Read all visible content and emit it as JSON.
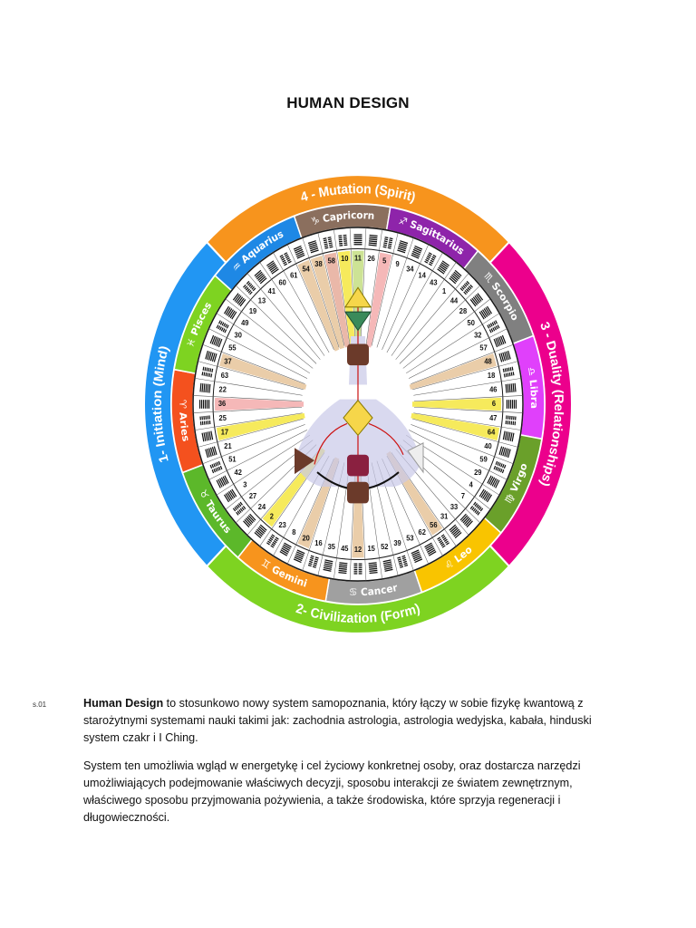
{
  "document": {
    "title": "HUMAN DESIGN",
    "page_number": "s.01",
    "paragraph1": {
      "bold": "Human Design",
      "text": " to stosunkowo nowy system samopoznania, który łączy w sobie fizykę kwantową z starożytnymi systemami nauki takimi jak: zachodnia astrologia, astrologia wedyjska,  kabała, hinduski system czakr i I Ching."
    },
    "paragraph2": "System ten umożliwia wgląd w energetykę i cel życiowy konkretnej osoby, oraz dostarcza narzędzi umożliwiających podejmowanie właściwych decyzji, sposobu interakcji ze światem zewnętrznym, właściwego sposobu przyjmowania pożywienia, a także środowiska, które sprzyja regeneracji i długowieczności."
  },
  "wheel": {
    "quarters": [
      {
        "label": "4 - Mutation (Spirit)",
        "color": "#f7941d"
      },
      {
        "label": "3 - Duality (Relationships)",
        "color": "#ec008c"
      },
      {
        "label": "2- Civilization (Form)",
        "color": "#7ed321"
      },
      {
        "label": "1- Initiation (Mind)",
        "color": "#2196f3"
      }
    ],
    "signs": [
      {
        "label": "Capricorn",
        "glyph": "♑",
        "color": "#8b6f5e"
      },
      {
        "label": "Sagittarius",
        "glyph": "♐",
        "color": "#8e24aa"
      },
      {
        "label": "Scorpio",
        "glyph": "♏",
        "color": "#808080"
      },
      {
        "label": "Libra",
        "glyph": "♎",
        "color": "#e040fb"
      },
      {
        "label": "Virgo",
        "glyph": "♍",
        "color": "#6aa02a"
      },
      {
        "label": "Leo",
        "glyph": "♌",
        "color": "#f9c400"
      },
      {
        "label": "Cancer",
        "glyph": "♋",
        "color": "#a0a0a0"
      },
      {
        "label": "Gemini",
        "glyph": "♊",
        "color": "#f7941d"
      },
      {
        "label": "Taurus",
        "glyph": "♉",
        "color": "#5cb82a"
      },
      {
        "label": "Aries",
        "glyph": "♈",
        "color": "#f4511e"
      },
      {
        "label": "Pisces",
        "glyph": "♓",
        "color": "#7ed321"
      },
      {
        "label": "Aquarius",
        "glyph": "♒",
        "color": "#1e88e5"
      }
    ],
    "gates": [
      "10",
      "11",
      "26",
      "5",
      "9",
      "34",
      "14",
      "43",
      "1",
      "44",
      "28",
      "50",
      "32",
      "57",
      "48",
      "18",
      "46",
      "6",
      "47",
      "64",
      "40",
      "59",
      "29",
      "4",
      "7",
      "33",
      "31",
      "56",
      "62",
      "53",
      "39",
      "52",
      "15",
      "12",
      "45",
      "35",
      "16",
      "20",
      "8",
      "23",
      "2",
      "24",
      "27",
      "3",
      "42",
      "51",
      "21",
      "17",
      "25",
      "36",
      "22",
      "63",
      "37",
      "55",
      "30",
      "49",
      "19",
      "13",
      "41",
      "60",
      "61",
      "54",
      "38",
      "58"
    ]
  }
}
